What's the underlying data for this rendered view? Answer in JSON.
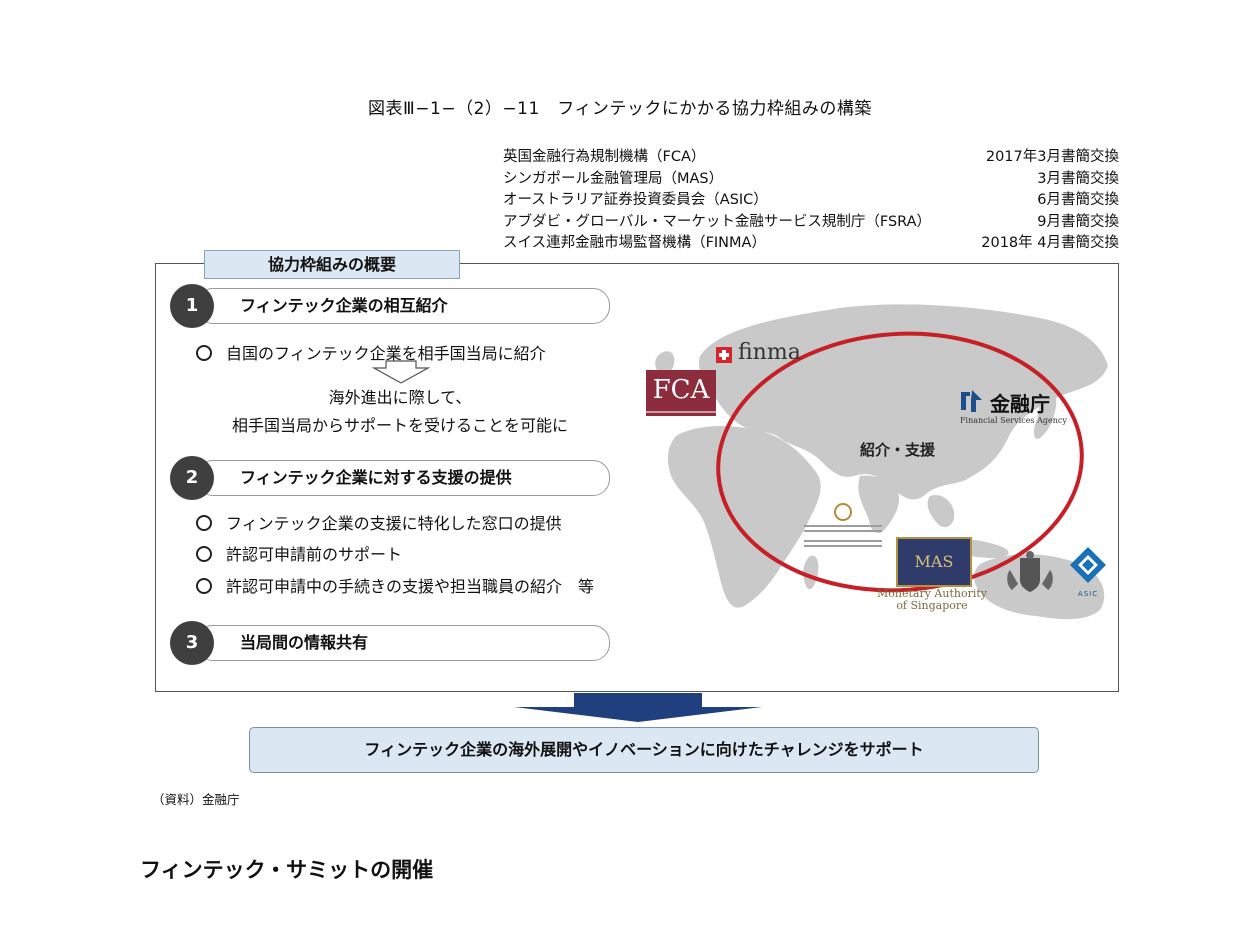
{
  "figure_title": "図表Ⅲ−1−（2）−11　フィンテックにかかる協力枠組みの構築",
  "agreements": [
    {
      "org": "英国金融行為規制機構（FCA）",
      "date": "2017年3月書簡交換"
    },
    {
      "org": "シンガポール金融管理局（MAS）",
      "date": "3月書簡交換"
    },
    {
      "org": "オーストラリア証券投資委員会（ASIC）",
      "date": "6月書簡交換"
    },
    {
      "org": "アブダビ・グローバル・マーケット金融サービス規制庁（FSRA）",
      "date": "9月書簡交換"
    },
    {
      "org": "スイス連邦金融市場監督機構（FINMA）",
      "date": "2018年 4月書簡交換"
    }
  ],
  "overview_label": "協力枠組みの概要",
  "items": [
    {
      "num": "1",
      "label": "フィンテック企業の相互紹介"
    },
    {
      "num": "2",
      "label": "フィンテック企業に対する支援の提供"
    },
    {
      "num": "3",
      "label": "当局間の情報共有"
    }
  ],
  "item1_bullet": "自国のフィンテック企業を相手国当局に紹介",
  "item1_result": [
    "海外進出に際して、",
    "相手国当局からサポートを受けることを可能に"
  ],
  "item2_bullets": [
    "フィンテック企業の支援に特化した窓口の提供",
    "許認可申請前のサポート",
    "許認可申請中の手続きの支援や担当職員の紹介　等"
  ],
  "map": {
    "center_label": "紹介・支援",
    "logos": {
      "fca": "FCA",
      "finma": "finma",
      "fsa_jp": "金融庁",
      "fsa_en": "Financial Services Agency",
      "mas": "MAS",
      "mas_sub": [
        "Monetary Authority",
        "of Singapore"
      ],
      "asic": "ASIC"
    },
    "colors": {
      "ellipse": "#c62026",
      "land": "#c9c9c9"
    }
  },
  "conclusion": "フィンテック企業の海外展開やイノベーションに向けたチャレンジをサポート",
  "source": "（資料）金融庁",
  "section_heading": "フィンテック・サミットの開催",
  "colors": {
    "panel_fill": "#dbe7f3",
    "arrow": "#1f3f7f",
    "number_circle": "#3f3f3f"
  }
}
